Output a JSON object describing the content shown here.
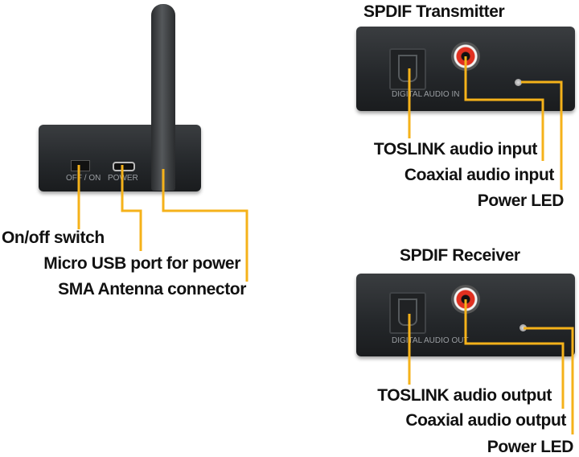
{
  "left_device": {
    "panel_labels": {
      "switch": "OFF / ON",
      "power": "POWER"
    },
    "callouts": [
      "On/off switch",
      "Micro USB port for power",
      "SMA Antenna connector"
    ]
  },
  "transmitter": {
    "title": "SPDIF Transmitter",
    "panel_label": "DIGITAL AUDIO IN",
    "callouts": [
      "TOSLINK audio input",
      "Coaxial audio input",
      "Power LED"
    ]
  },
  "receiver": {
    "title": "SPDIF Receiver",
    "panel_label": "DIGITAL AUDIO OUT",
    "callouts": [
      "TOSLINK audio output",
      "Coaxial audio output",
      "Power LED"
    ]
  },
  "colors": {
    "callout_line": "#f5b21a",
    "device": "#2a2d30"
  }
}
